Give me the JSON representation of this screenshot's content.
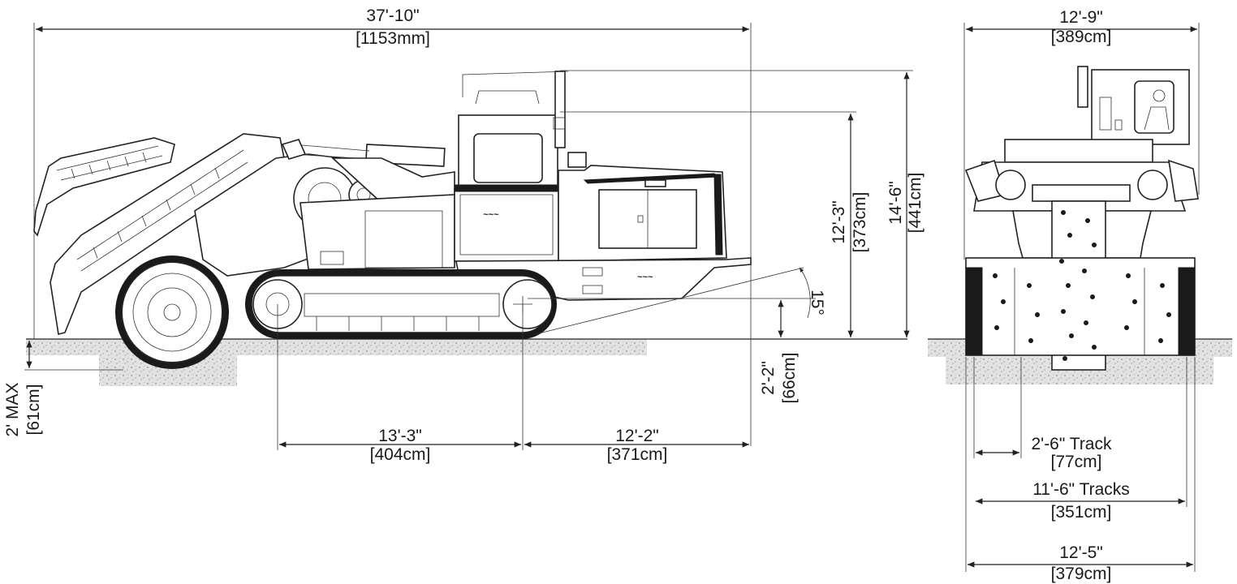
{
  "side_view": {
    "overall_length": {
      "imperial": "37'-10\"",
      "metric": "[1153mm]"
    },
    "height_cab": {
      "imperial": "12'-3\"",
      "metric": "[373cm]"
    },
    "height_max": {
      "imperial": "14'-6\"",
      "metric": "[441cm]"
    },
    "departure_angle": "15°",
    "ground_clearance": {
      "imperial": "2'-2\"",
      "metric": "[66cm]"
    },
    "dig_depth": {
      "imperial": "2' MAX",
      "metric": "[61cm]"
    },
    "track_length": {
      "imperial": "13'-3\"",
      "metric": "[404cm]"
    },
    "rear_length": {
      "imperial": "12'-2\"",
      "metric": "[371cm]"
    }
  },
  "front_view": {
    "overall_height_width": {
      "imperial": "12'-9\"",
      "metric": "[389cm]"
    },
    "track_width": {
      "imperial": "2'-6\" Track",
      "metric": "[77cm]"
    },
    "tracks_width": {
      "imperial": "11'-6\" Tracks",
      "metric": "[351cm]"
    },
    "overall_width": {
      "imperial": "12'-5\"",
      "metric": "[379cm]"
    }
  },
  "colors": {
    "line": "#222222",
    "ground": "#d8d8d8",
    "background": "#ffffff"
  }
}
